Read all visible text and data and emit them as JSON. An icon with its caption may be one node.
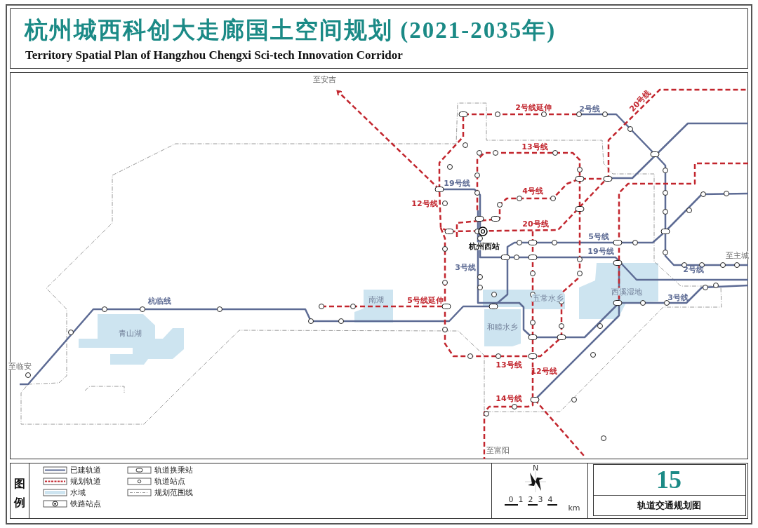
{
  "diagram": {
    "title": "杭州城西科创大走廊国土空间规划 (2021-2035年)",
    "nodes": [
      {
        "text": [
          "西溪湿地"
        ]
      },
      {
        "text": [
          "南湖"
        ]
      },
      {
        "text": [
          "五常水乡"
        ]
      },
      {
        "text": [
          "和睦水乡"
        ]
      },
      {
        "text": [
          "青山湖"
        ]
      }
    ],
    "labels": [
      "Territory Spatial Plan of Hangzhou Chengxi Sci-tech Innovation Corridor",
      "至安吉",
      "2号线延伸",
      "2号线",
      "20号线",
      "13号线",
      "19号线",
      "4号线",
      "12号线",
      "20号线",
      "杭州西站",
      "5号线",
      "19号线",
      "3号线",
      "至主城",
      "2号线",
      "杭临线",
      "5号线延伸",
      "3号线",
      "至临安",
      "13号线",
      "12号线",
      "14号线",
      "至富阳",
      "图例",
      "N",
      "0",
      "1",
      "2",
      "3",
      "4",
      "km",
      "15",
      "轨道交通规划图"
    ],
    "legend": [
      {
        "text": "已建轨道"
      },
      {
        "text": "规划轨道"
      },
      {
        "text": "水域",
        "color": "#cde4f0"
      },
      {
        "text": "铁路站点"
      },
      {
        "text": "轨道换乘站"
      },
      {
        "text": "轨道站点"
      },
      {
        "text": "规划范围线"
      }
    ]
  }
}
